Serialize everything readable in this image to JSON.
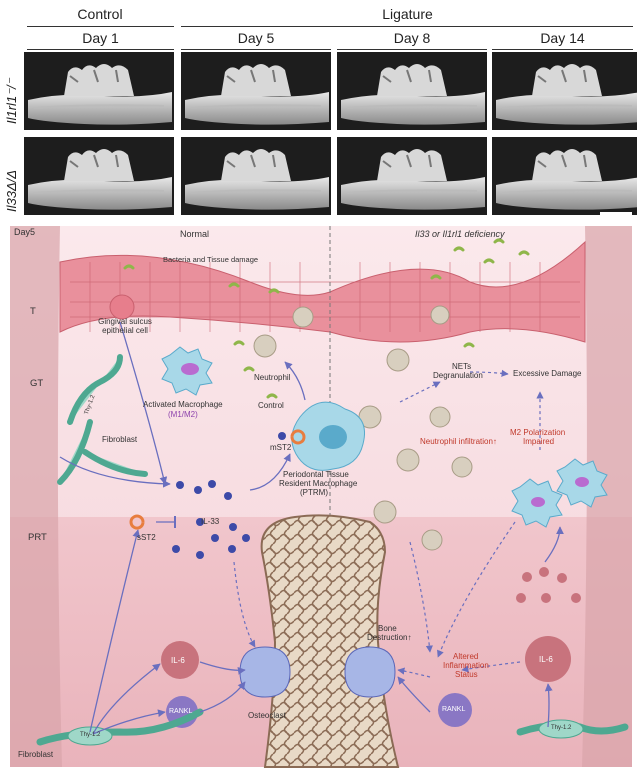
{
  "header": {
    "control": "Control",
    "ligature": "Ligature",
    "days": [
      "Day 1",
      "Day 5",
      "Day 8",
      "Day 14"
    ]
  },
  "rows": {
    "row1": "Il1rl1⁻/⁻",
    "row2": "Il33Δ/Δ"
  },
  "diagram": {
    "day_label": "Day5",
    "normal": "Normal",
    "deficiency": "Il33 or Il1rl1 deficiency",
    "bacteria": "Bacteria and Tissue damage",
    "layers": {
      "t": "T",
      "gt": "GT",
      "prt": "PRT"
    },
    "gingival": "Gingival sulcus epithelial cell",
    "neutrophil": "Neutrophil",
    "activated_macrophage": "Activated Macrophage",
    "m1m2": "(M1/M2)",
    "control": "Control",
    "fibroblast": "Fibroblast",
    "thy1": "Thy-1.2",
    "mst2": "mST2",
    "sst2": "sST2",
    "il33": "IL-33",
    "ptrm_1": "Periodontal Tissue",
    "ptrm_2": "Resident Macrophage",
    "ptrm_3": "(PTRM)",
    "nets_1": "NETs",
    "nets_2": "Degranulation",
    "excessive": "Excessive Damage",
    "neutrophil_infiltration": "Neutrophil infiltration↑",
    "m2_1": "M2 Polarization",
    "m2_2": "Impaired",
    "il6": "IL-6",
    "rankl": "RANKL",
    "osteoclast": "Osteoclast",
    "bone_1": "Bone",
    "bone_2": "Destruction↑",
    "altered_1": "Altered",
    "altered_2": "Inflammation",
    "altered_3": "Status",
    "fibroblast_bottom": "Fibroblast"
  }
}
